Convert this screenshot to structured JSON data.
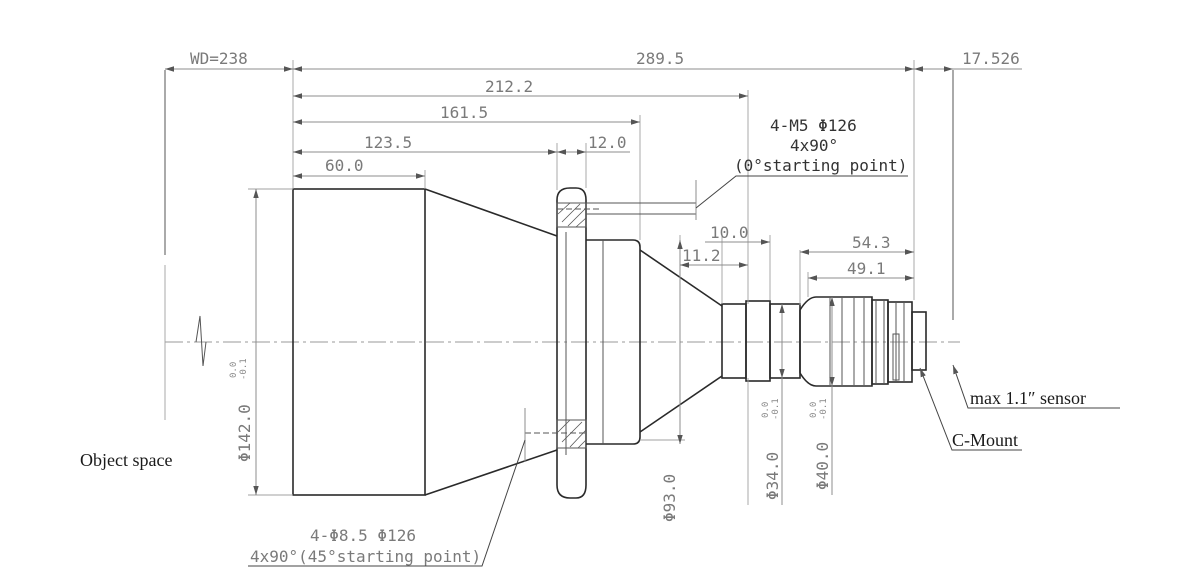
{
  "dimensions": {
    "wd": "WD=238",
    "total_length": "289.5",
    "flange_back": "17.526",
    "d212": "212.2",
    "d161": "161.5",
    "d123": "123.5",
    "d12": "12.0",
    "d60": "60.0",
    "d10": "10.0",
    "d11": "11.2",
    "d54": "54.3",
    "d49": "49.1"
  },
  "diameters": {
    "front": "Φ142.0",
    "front_tol_upper": "0.0",
    "front_tol_lower": "-0.1",
    "d93": "Φ93.0",
    "d34": "Φ34.0",
    "d34_tol_upper": "0.0",
    "d34_tol_lower": "-0.1",
    "d40": "Φ40.0",
    "d40_tol_upper": "0.0",
    "d40_tol_lower": "-0.1"
  },
  "notes": {
    "top_hole_line1": "4-M5  Φ126",
    "top_hole_line2": "4x90°",
    "top_hole_line3": "(0°starting point)",
    "bottom_hole_line1": "4-Φ8.5  Φ126",
    "bottom_hole_line2": "4x90°(45°starting point)",
    "sensor": "max 1.1″ sensor",
    "mount": "C-Mount",
    "object_space": "Object space"
  }
}
